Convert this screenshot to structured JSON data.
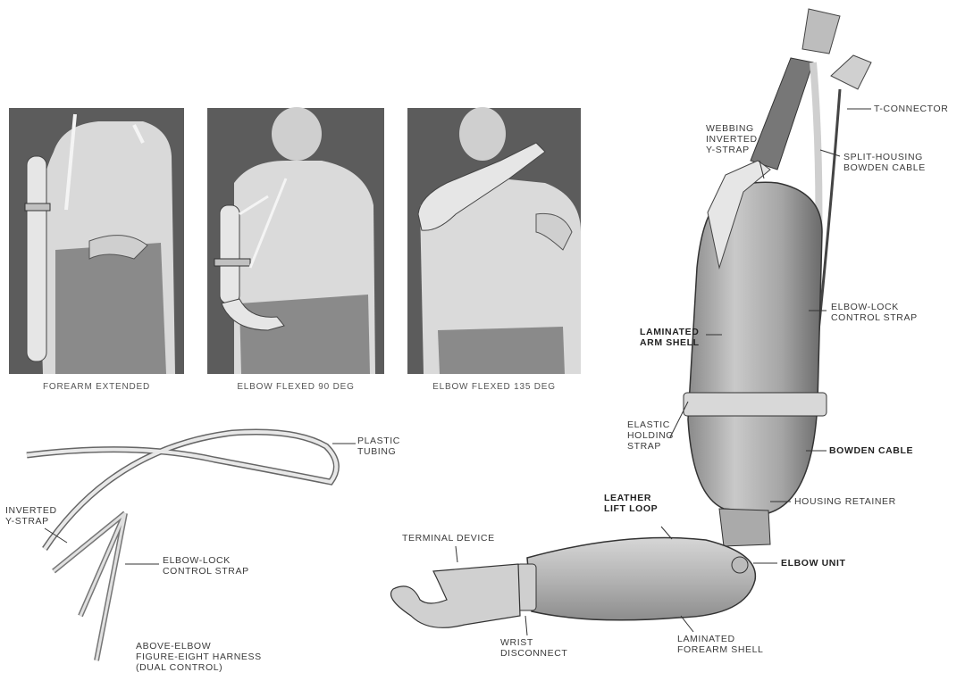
{
  "panels": [
    {
      "caption": "FOREARM EXTENDED"
    },
    {
      "caption": "ELBOW FLEXED 90 DEG"
    },
    {
      "caption": "ELBOW FLEXED 135 DEG"
    }
  ],
  "harness": {
    "labels": {
      "plastic_tubing": [
        "PLASTIC",
        "TUBING"
      ],
      "inverted_y_strap": [
        "INVERTED",
        "Y-STRAP"
      ],
      "elbow_lock_control_strap": [
        "ELBOW-LOCK",
        "CONTROL STRAP"
      ]
    },
    "caption": [
      "ABOVE-ELBOW",
      "FIGURE-EIGHT HARNESS",
      "(DUAL CONTROL)"
    ]
  },
  "prosthesis": {
    "labels": {
      "t_connector": "T-CONNECTOR",
      "webbing_inverted_y_strap": [
        "WEBBING",
        "INVERTED",
        "Y-STRAP"
      ],
      "split_housing_bowden_cable": [
        "SPLIT-HOUSING",
        "BOWDEN CABLE"
      ],
      "elbow_lock_control_strap": [
        "ELBOW-LOCK",
        "CONTROL STRAP"
      ],
      "laminated_arm_shell": [
        "LAMINATED",
        "ARM SHELL"
      ],
      "elastic_holding_strap": [
        "ELASTIC",
        "HOLDING",
        "STRAP"
      ],
      "bowden_cable": "BOWDEN CABLE",
      "leather_lift_loop": [
        "LEATHER",
        "LIFT LOOP"
      ],
      "housing_retainer": "HOUSING RETAINER",
      "terminal_device": "TERMINAL DEVICE",
      "elbow_unit": "ELBOW UNIT",
      "wrist_disconnect": [
        "WRIST",
        "DISCONNECT"
      ],
      "laminated_forearm_shell": [
        "LAMINATED",
        "FOREARM SHELL"
      ]
    }
  }
}
